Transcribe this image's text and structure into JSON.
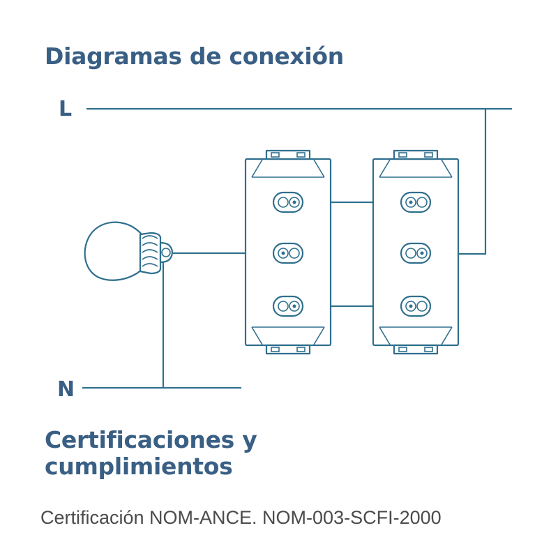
{
  "headings": {
    "connection_diagrams": "Diagramas de conexión",
    "certifications": "Certificaciones y cumplimientos"
  },
  "certification_text": "Certificación NOM-ANCE. NOM-003-SCFI-2000",
  "diagram": {
    "line_label": "L",
    "neutral_label": "N",
    "switch_count": 2,
    "terminals_per_switch": 3
  },
  "colors": {
    "heading": "#3a5f84",
    "wire": "#2f6f8e",
    "body_text": "#4b4b4b"
  }
}
